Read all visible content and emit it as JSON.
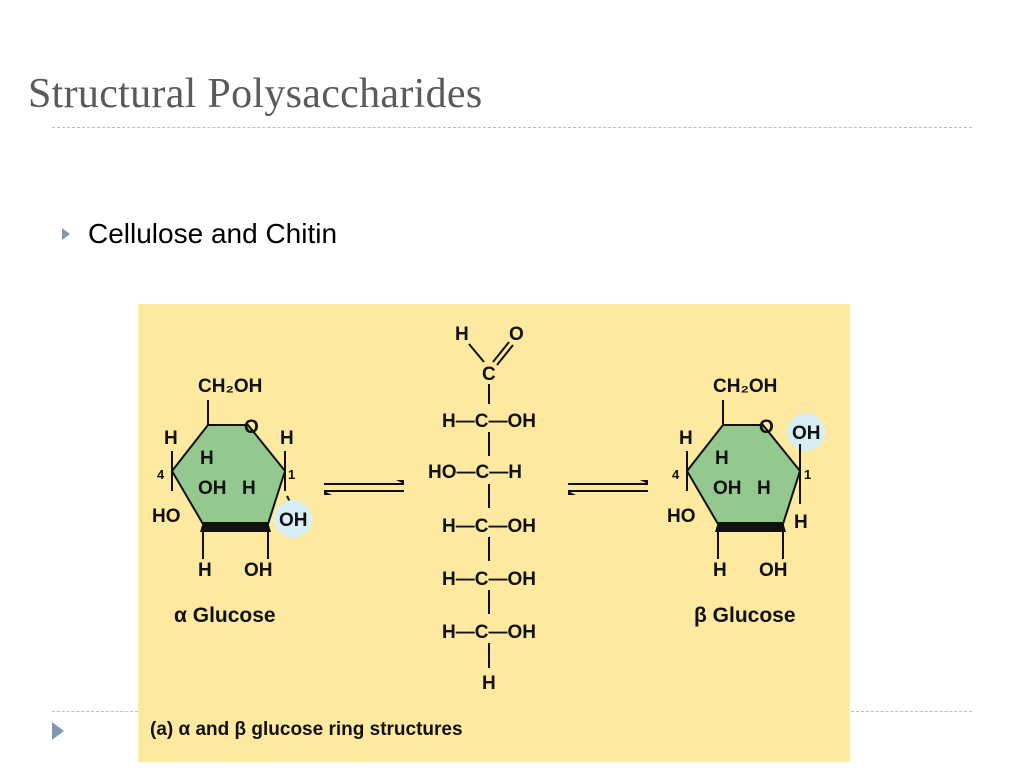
{
  "slide": {
    "title": "Structural Polysaccharides",
    "bullet": "Cellulose and Chitin"
  },
  "figure": {
    "alpha": {
      "ch2oh": "CH₂OH",
      "ring_o": "O",
      "h_c5": "H",
      "h_c1": "H",
      "num_4": "4",
      "num_1": "1",
      "h_c4": "H",
      "oh_c3": "OH",
      "h_c2": "H",
      "ho_c4": "HO",
      "oh_c1": "OH",
      "h_c3": "H",
      "oh_c2": "OH",
      "label": "α Glucose"
    },
    "linear": {
      "h_top": "H",
      "o_top": "O",
      "c1": "C",
      "row2": "H—C—OH",
      "row3": "HO—C—H",
      "row4": "H—C—OH",
      "row5": "H—C—OH",
      "row6": "H—C—OH",
      "h_bottom": "H"
    },
    "beta": {
      "ch2oh": "CH₂OH",
      "ring_o": "O",
      "oh_c1": "OH",
      "h_c5": "H",
      "num_4": "4",
      "num_1": "1",
      "h_c4": "H",
      "oh_c3": "OH",
      "h_c2": "H",
      "ho_c4": "HO",
      "h_c1": "H",
      "h_c3": "H",
      "oh_c2": "OH",
      "label": "β Glucose"
    },
    "caption": "(a) α and β glucose ring structures"
  },
  "colors": {
    "panel_bg": "#fde9a0",
    "ring_fill": "#93c98f",
    "highlight": "#d8eef5",
    "bullet_arrow": "#7f98b0"
  }
}
